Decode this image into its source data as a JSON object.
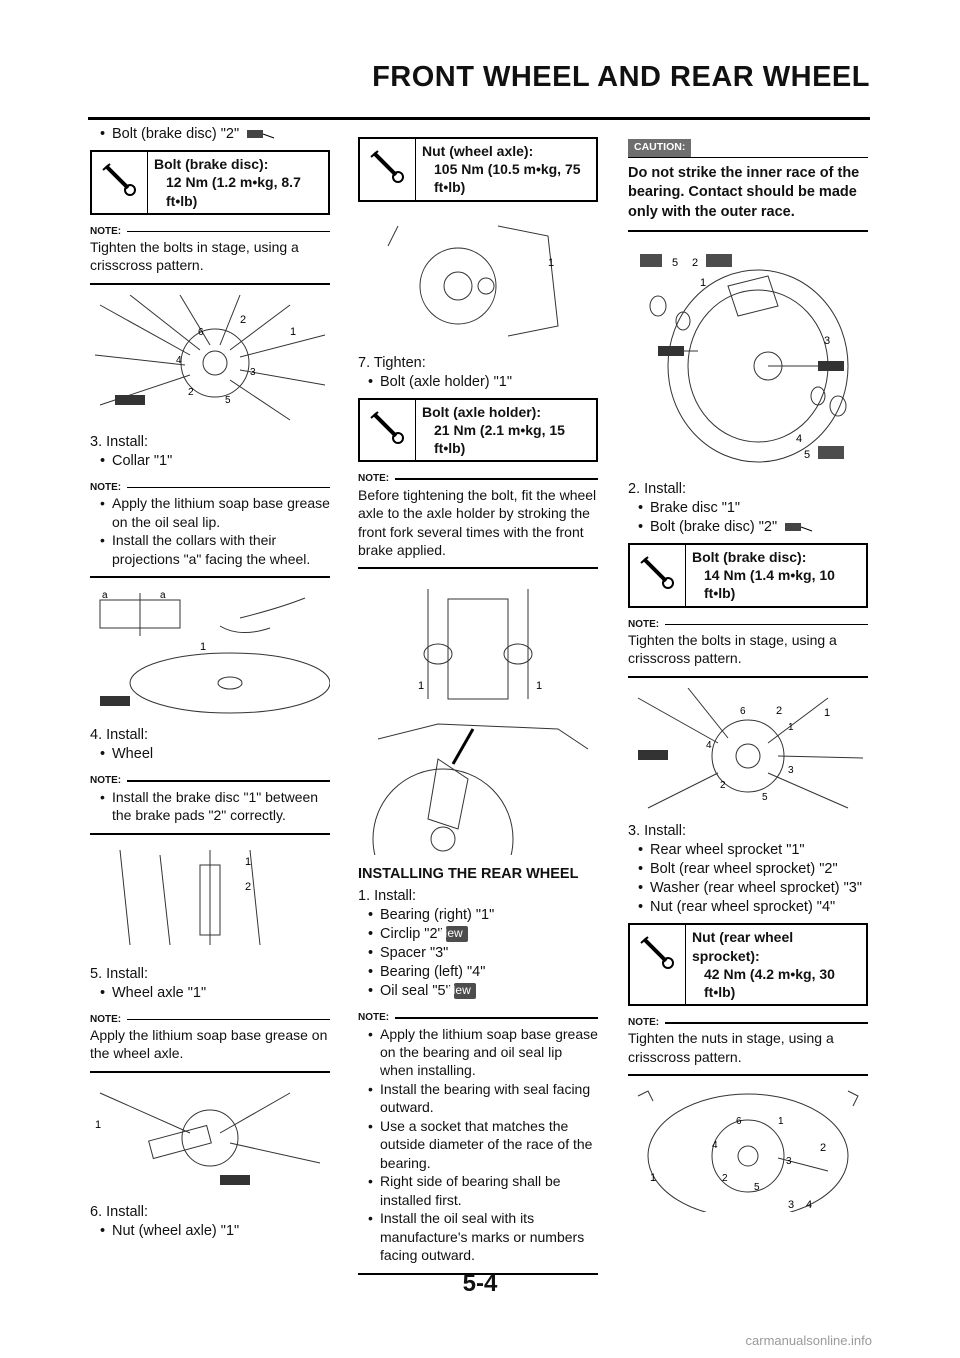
{
  "header": {
    "title": "FRONT WHEEL AND REAR WHEEL"
  },
  "page_number": "5-4",
  "watermark": "carmanualsonline.info",
  "labels": {
    "note": "NOTE:",
    "caution": "CAUTION:",
    "new": "New"
  },
  "col1": {
    "bolt_disc_line": "Bolt (brake disc) \"2\"",
    "spec1": {
      "name": "Bolt (brake disc):",
      "value": "12 Nm (1.2 m•kg, 8.7 ft•lb)"
    },
    "note1": "Tighten the bolts in stage, using a crisscross pattern.",
    "step3": {
      "num": "3.",
      "verb": "Install:",
      "item": "Collar \"1\""
    },
    "note2_items": [
      "Apply the lithium soap base grease on the oil seal lip.",
      "Install the collars with their projections \"a\" facing the wheel."
    ],
    "step4": {
      "num": "4.",
      "verb": "Install:",
      "item": "Wheel"
    },
    "note3_items": [
      "Install the brake disc \"1\" between the brake pads \"2\" correctly."
    ],
    "step5": {
      "num": "5.",
      "verb": "Install:",
      "item": "Wheel axle \"1\""
    },
    "note4": "Apply the lithium soap base grease on the wheel axle.",
    "step6": {
      "num": "6.",
      "verb": "Install:",
      "item": "Nut (wheel axle) \"1\""
    }
  },
  "col2": {
    "spec1": {
      "name": "Nut (wheel axle):",
      "value": "105 Nm (10.5 m•kg, 75 ft•lb)"
    },
    "step7": {
      "num": "7.",
      "verb": "Tighten:",
      "item": "Bolt (axle holder) \"1\""
    },
    "spec2": {
      "name": "Bolt (axle holder):",
      "value": "21 Nm (2.1 m•kg, 15 ft•lb)"
    },
    "note1": "Before tightening the bolt, fit the wheel axle to the axle holder by stroking the front fork several times with the front brake applied.",
    "section_title": "INSTALLING THE REAR WHEEL",
    "step1": {
      "num": "1.",
      "verb": "Install:"
    },
    "step1_items": [
      "Bearing (right) \"1\"",
      "Circlip \"2\"",
      "Spacer \"3\"",
      "Bearing (left) \"4\"",
      "Oil seal \"5\""
    ],
    "note2_items": [
      "Apply the lithium soap base grease on the bearing and oil seal lip when installing.",
      "Install the bearing with seal facing outward.",
      "Use a socket that matches the outside diameter of the race of the bearing.",
      "Right side of bearing shall be installed first.",
      "Install the oil seal with its manufacture's marks or numbers facing outward."
    ]
  },
  "col3": {
    "caution_text": "Do not strike the inner race of the bearing. Contact should be made only with the outer race.",
    "step2": {
      "num": "2.",
      "verb": "Install:"
    },
    "step2_items": [
      "Brake disc \"1\"",
      "Bolt (brake disc) \"2\""
    ],
    "spec1": {
      "name": "Bolt (brake disc):",
      "value": "14 Nm (1.4 m•kg, 10 ft•lb)"
    },
    "note1": "Tighten the bolts in stage, using a crisscross pattern.",
    "step3": {
      "num": "3.",
      "verb": "Install:"
    },
    "step3_items": [
      "Rear wheel sprocket \"1\"",
      "Bolt (rear wheel sprocket) \"2\"",
      "Washer (rear wheel sprocket) \"3\"",
      "Nut (rear wheel sprocket) \"4\""
    ],
    "spec2": {
      "name": "Nut (rear wheel sprocket):",
      "value": "42 Nm (4.2 m•kg, 30 ft•lb)"
    },
    "note2": "Tighten the nuts in stage, using a crisscross pattern."
  }
}
